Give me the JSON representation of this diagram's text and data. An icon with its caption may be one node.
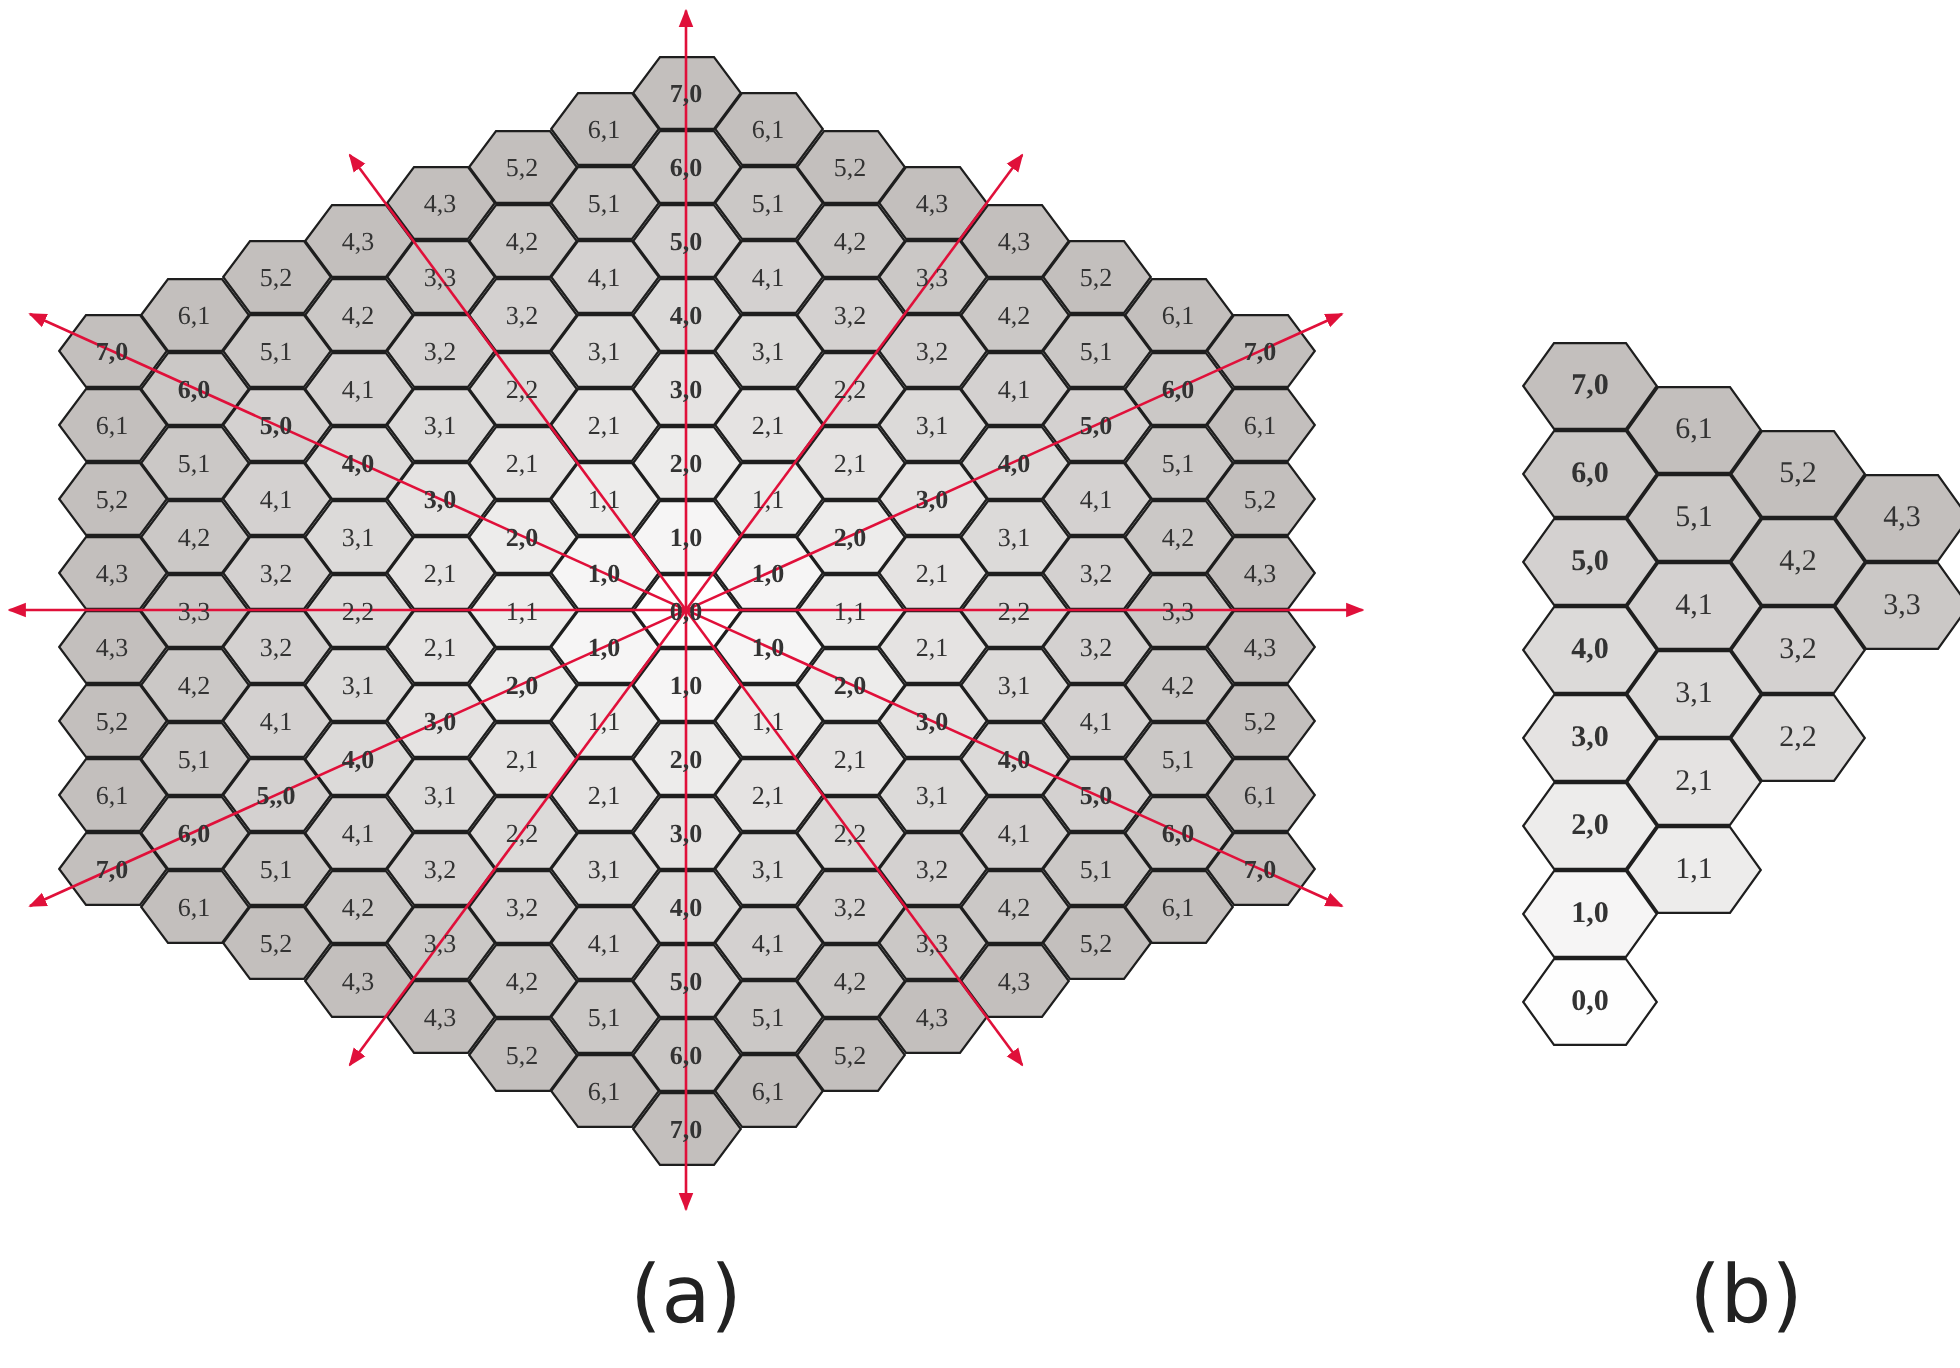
{
  "diagram": {
    "nodes": [
      {
        "text": [
          "7,0"
        ]
      },
      {
        "text": [
          "6,1"
        ]
      },
      {
        "text": [
          "6,1"
        ]
      },
      {
        "text": [
          "5,2"
        ]
      },
      {
        "text": [
          "6,0"
        ]
      },
      {
        "text": [
          "5,2"
        ]
      },
      {
        "text": [
          "4,3"
        ]
      },
      {
        "text": [
          "5,1"
        ]
      },
      {
        "text": [
          "5,1"
        ]
      },
      {
        "text": [
          "4,3"
        ]
      },
      {
        "text": [
          "4,3"
        ]
      },
      {
        "text": [
          "4,2"
        ]
      },
      {
        "text": [
          "5,0"
        ]
      },
      {
        "text": [
          "4,2"
        ]
      },
      {
        "text": [
          "4,3"
        ]
      },
      {
        "text": [
          "5,2"
        ]
      },
      {
        "text": [
          "3,3"
        ]
      },
      {
        "text": [
          "4,1"
        ]
      },
      {
        "text": [
          "4,1"
        ]
      },
      {
        "text": [
          "3,3"
        ]
      },
      {
        "text": [
          "5,2"
        ]
      },
      {
        "text": [
          "6,1"
        ]
      },
      {
        "text": [
          "4,2"
        ]
      },
      {
        "text": [
          "3,2"
        ]
      },
      {
        "text": [
          "4,0"
        ]
      },
      {
        "text": [
          "3,2"
        ]
      },
      {
        "text": [
          "4,2"
        ]
      },
      {
        "text": [
          "6,1"
        ]
      },
      {
        "text": [
          "7,0"
        ]
      },
      {
        "text": [
          "5,1"
        ]
      },
      {
        "text": [
          "3,2"
        ]
      },
      {
        "text": [
          "3,1"
        ]
      },
      {
        "text": [
          "3,1"
        ]
      },
      {
        "text": [
          "3,2"
        ]
      },
      {
        "text": [
          "5,1"
        ]
      },
      {
        "text": [
          "7,0"
        ]
      },
      {
        "text": [
          "6,0"
        ]
      },
      {
        "text": [
          "4,1"
        ]
      },
      {
        "text": [
          "2,2"
        ]
      },
      {
        "text": [
          "3,0"
        ]
      },
      {
        "text": [
          "2,2"
        ]
      },
      {
        "text": [
          "4,1"
        ]
      },
      {
        "text": [
          "6,0"
        ]
      },
      {
        "text": [
          "6,1"
        ]
      },
      {
        "text": [
          "5,0"
        ]
      },
      {
        "text": [
          "3,1"
        ]
      },
      {
        "text": [
          "2,1"
        ]
      },
      {
        "text": [
          "2,1"
        ]
      },
      {
        "text": [
          "3,1"
        ]
      },
      {
        "text": [
          "5,0"
        ]
      },
      {
        "text": [
          "6,1"
        ]
      },
      {
        "text": [
          "5,1"
        ]
      },
      {
        "text": [
          "4,0"
        ]
      },
      {
        "text": [
          "2,1"
        ]
      },
      {
        "text": [
          "2,0"
        ]
      },
      {
        "text": [
          "2,1"
        ]
      },
      {
        "text": [
          "4,0"
        ]
      },
      {
        "text": [
          "5,1"
        ]
      },
      {
        "text": [
          "5,2"
        ]
      },
      {
        "text": [
          "4,1"
        ]
      },
      {
        "text": [
          "3,0"
        ]
      },
      {
        "text": [
          "1,1"
        ]
      },
      {
        "text": [
          "1,1"
        ]
      },
      {
        "text": [
          "3,0"
        ]
      },
      {
        "text": [
          "4,1"
        ]
      },
      {
        "text": [
          "5,2"
        ]
      },
      {
        "text": [
          "4,2"
        ]
      },
      {
        "text": [
          "3,1"
        ]
      },
      {
        "text": [
          "2,0"
        ]
      },
      {
        "text": [
          "1,0"
        ]
      },
      {
        "text": [
          "2,0"
        ]
      },
      {
        "text": [
          "3,1"
        ]
      },
      {
        "text": [
          "4,2"
        ]
      },
      {
        "text": [
          "4,3"
        ]
      },
      {
        "text": [
          "3,2"
        ]
      },
      {
        "text": [
          "2,1"
        ]
      },
      {
        "text": [
          "1,0"
        ]
      },
      {
        "text": [
          "1,0"
        ]
      },
      {
        "text": [
          "2,1"
        ]
      },
      {
        "text": [
          "3,2"
        ]
      },
      {
        "text": [
          "4,3"
        ]
      },
      {
        "text": [
          "3,3"
        ]
      },
      {
        "text": [
          "2,2"
        ]
      },
      {
        "text": [
          "1,1"
        ]
      },
      {
        "text": [
          "0,0"
        ]
      },
      {
        "text": [
          "1,1"
        ]
      },
      {
        "text": [
          "2,2"
        ]
      },
      {
        "text": [
          "3,3"
        ]
      },
      {
        "text": [
          "4,3"
        ]
      },
      {
        "text": [
          "3,2"
        ]
      },
      {
        "text": [
          "2,1"
        ]
      },
      {
        "text": [
          "1,0"
        ]
      },
      {
        "text": [
          "1,0"
        ]
      },
      {
        "text": [
          "2,1"
        ]
      },
      {
        "text": [
          "3,2"
        ]
      },
      {
        "text": [
          "4,3"
        ]
      },
      {
        "text": [
          "4,2"
        ]
      },
      {
        "text": [
          "3,1"
        ]
      },
      {
        "text": [
          "2,0"
        ]
      },
      {
        "text": [
          "1,0"
        ]
      },
      {
        "text": [
          "2,0"
        ]
      },
      {
        "text": [
          "3,1"
        ]
      },
      {
        "text": [
          "4,2"
        ]
      },
      {
        "text": [
          "5,2"
        ]
      },
      {
        "text": [
          "4,1"
        ]
      },
      {
        "text": [
          "3,0"
        ]
      },
      {
        "text": [
          "1,1"
        ]
      },
      {
        "text": [
          "1,1"
        ]
      },
      {
        "text": [
          "3,0"
        ]
      },
      {
        "text": [
          "4,1"
        ]
      },
      {
        "text": [
          "5,2"
        ]
      },
      {
        "text": [
          "5,1"
        ]
      },
      {
        "text": [
          "4,0"
        ]
      },
      {
        "text": [
          "2,1"
        ]
      },
      {
        "text": [
          "2,0"
        ]
      },
      {
        "text": [
          "2,1"
        ]
      },
      {
        "text": [
          "4,0"
        ]
      },
      {
        "text": [
          "5,1"
        ]
      },
      {
        "text": [
          "6,1"
        ]
      },
      {
        "text": [
          "5,,0"
        ]
      },
      {
        "text": [
          "3,1"
        ]
      },
      {
        "text": [
          "2,1"
        ]
      },
      {
        "text": [
          "2,1"
        ]
      },
      {
        "text": [
          "3,1"
        ]
      },
      {
        "text": [
          "5,0"
        ]
      },
      {
        "text": [
          "6,1"
        ]
      },
      {
        "text": [
          "6,0"
        ]
      },
      {
        "text": [
          "4,1"
        ]
      },
      {
        "text": [
          "2,2"
        ]
      },
      {
        "text": [
          "3,0"
        ]
      },
      {
        "text": [
          "2,2"
        ]
      },
      {
        "text": [
          "4,1"
        ]
      },
      {
        "text": [
          "6,0"
        ]
      },
      {
        "text": [
          "7,0"
        ]
      },
      {
        "text": [
          "5,1"
        ]
      },
      {
        "text": [
          "3,2"
        ]
      },
      {
        "text": [
          "3,1"
        ]
      },
      {
        "text": [
          "3,1"
        ]
      },
      {
        "text": [
          "3,2"
        ]
      },
      {
        "text": [
          "5,1"
        ]
      },
      {
        "text": [
          "7,0"
        ]
      },
      {
        "text": [
          "6,1"
        ]
      },
      {
        "text": [
          "4,2"
        ]
      },
      {
        "text": [
          "3,2"
        ]
      },
      {
        "text": [
          "4,0"
        ]
      },
      {
        "text": [
          "3,2"
        ]
      },
      {
        "text": [
          "4,2"
        ]
      },
      {
        "text": [
          "6,1"
        ]
      },
      {
        "text": [
          "5,2"
        ]
      },
      {
        "text": [
          "3,3"
        ]
      },
      {
        "text": [
          "4,1"
        ]
      },
      {
        "text": [
          "4,1"
        ]
      },
      {
        "text": [
          "3,3"
        ]
      },
      {
        "text": [
          "5,2"
        ]
      },
      {
        "text": [
          "4,3"
        ]
      },
      {
        "text": [
          "4,2"
        ]
      },
      {
        "text": [
          "5,0"
        ]
      },
      {
        "text": [
          "4,2"
        ]
      },
      {
        "text": [
          "4,3"
        ]
      },
      {
        "text": [
          "4,3"
        ]
      },
      {
        "text": [
          "5,1"
        ]
      },
      {
        "text": [
          "5,1"
        ]
      },
      {
        "text": [
          "4,3"
        ]
      },
      {
        "text": [
          "5,2"
        ]
      },
      {
        "text": [
          "6,0"
        ]
      },
      {
        "text": [
          "5,2"
        ]
      },
      {
        "text": [
          "6,1"
        ]
      },
      {
        "text": [
          "6,1"
        ]
      },
      {
        "text": [
          "7,0"
        ]
      },
      {
        "text": [
          "7,0"
        ]
      },
      {
        "text": [
          "6,1"
        ]
      },
      {
        "text": [
          "6,0"
        ]
      },
      {
        "text": [
          "5,2"
        ]
      },
      {
        "text": [
          "5,1"
        ]
      },
      {
        "text": [
          "4,3"
        ]
      },
      {
        "text": [
          "5,0"
        ]
      },
      {
        "text": [
          "4,2"
        ]
      },
      {
        "text": [
          "4,1"
        ]
      },
      {
        "text": [
          "3,3"
        ]
      },
      {
        "text": [
          "4,0"
        ]
      },
      {
        "text": [
          "3,2"
        ]
      },
      {
        "text": [
          "3,1"
        ]
      },
      {
        "text": [
          "3,0"
        ]
      },
      {
        "text": [
          "2,2"
        ]
      },
      {
        "text": [
          "2,1"
        ]
      },
      {
        "text": [
          "2,0"
        ]
      },
      {
        "text": [
          "1,1"
        ]
      },
      {
        "text": [
          "1,0"
        ]
      },
      {
        "text": [
          "0,0"
        ]
      }
    ],
    "labels": [
      "(a)",
      "(b)"
    ]
  }
}
